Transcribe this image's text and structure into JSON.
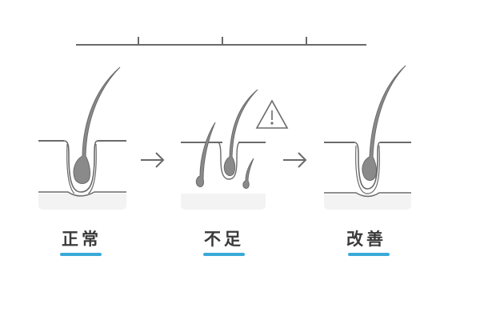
{
  "title": "Hair follicle condition diagram",
  "colors": {
    "line": "#6a6a6a",
    "hair": "#8a8a8a",
    "skin_base": "#f3f3f3",
    "accent": "#3aa9d8"
  },
  "timeline": {
    "ticks": 3
  },
  "stages": [
    {
      "label": "正常",
      "icon": "healthy-hair-follicle-icon"
    },
    {
      "label": "不足",
      "icon": "weak-hair-follicle-icon",
      "badge": "warning-triangle-icon"
    },
    {
      "label": "改善",
      "icon": "improved-hair-follicle-icon"
    }
  ],
  "arrows": [
    "arrow-right-icon",
    "arrow-right-icon"
  ]
}
